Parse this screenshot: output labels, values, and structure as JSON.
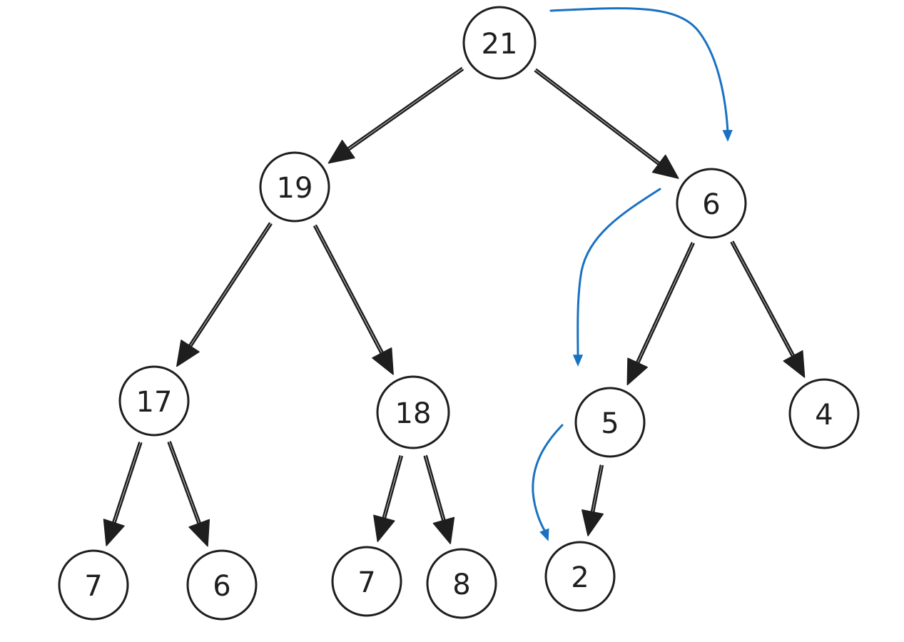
{
  "diagram": {
    "type": "binary-tree",
    "colors": {
      "ink": "#1e1e1e",
      "highlight": "#1971c2",
      "background": "#ffffff"
    },
    "nodes": [
      {
        "id": "n21",
        "label": "21"
      },
      {
        "id": "n19",
        "label": "19"
      },
      {
        "id": "n6a",
        "label": "6"
      },
      {
        "id": "n17",
        "label": "17"
      },
      {
        "id": "n18",
        "label": "18"
      },
      {
        "id": "n5",
        "label": "5"
      },
      {
        "id": "n4",
        "label": "4"
      },
      {
        "id": "n7a",
        "label": "7"
      },
      {
        "id": "n6b",
        "label": "6"
      },
      {
        "id": "n7b",
        "label": "7"
      },
      {
        "id": "n8",
        "label": "8"
      },
      {
        "id": "n2",
        "label": "2"
      }
    ],
    "edges": [
      {
        "from": "n21",
        "to": "n19"
      },
      {
        "from": "n21",
        "to": "n6a"
      },
      {
        "from": "n19",
        "to": "n17"
      },
      {
        "from": "n19",
        "to": "n18"
      },
      {
        "from": "n6a",
        "to": "n5"
      },
      {
        "from": "n6a",
        "to": "n4"
      },
      {
        "from": "n17",
        "to": "n7a"
      },
      {
        "from": "n17",
        "to": "n6b"
      },
      {
        "from": "n18",
        "to": "n7b"
      },
      {
        "from": "n18",
        "to": "n8"
      },
      {
        "from": "n5",
        "to": "n2"
      }
    ],
    "highlighted_path": [
      "n21",
      "n6a",
      "n5",
      "n2"
    ]
  }
}
